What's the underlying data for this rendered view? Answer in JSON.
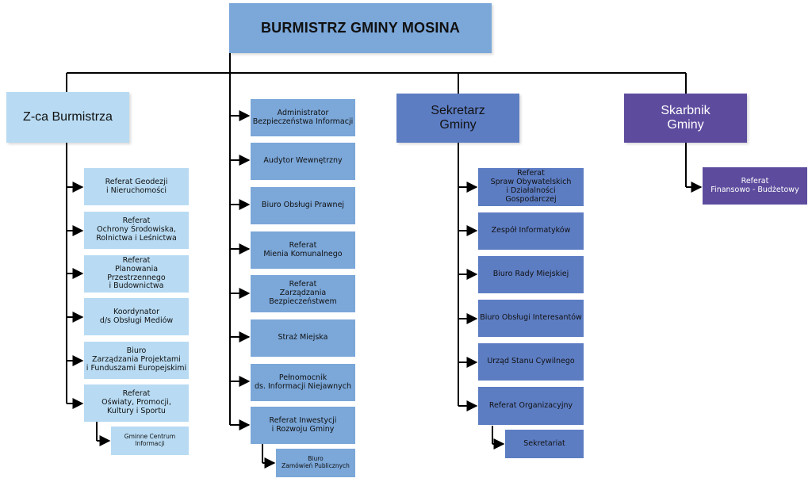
{
  "title": "BURMISTRZ GMINY MOSINA",
  "colors": {
    "top": "#7ba7d9",
    "deputy": "#b8dbf3",
    "units": "#7ba7d9",
    "secretary": "#5d7dc3",
    "treasurer": "#5d4c9e",
    "line": "#000000"
  },
  "heads": {
    "deputy": "Z-ca Burmistrza",
    "secretary": "Sekretarz\nGminy",
    "treasurer": "Skarbnik\nGminy"
  },
  "deputy_units": [
    "Referat Geodezji\ni Nieruchomości",
    "Referat\nOchrony Środowiska,\nRolnictwa i Leśnictwa",
    "Referat\nPlanowania Przestrzennego\ni Budownictwa",
    "Koordynator\nd/s Obsługi Mediów",
    "Biuro\nZarządzania Projektami\ni Funduszami Europejskimi",
    "Referat\nOświaty, Promocji,\nKultury i Sportu"
  ],
  "deputy_sub": "Gminne Centrum\nInformacji",
  "mayor_units": [
    "Administrator\nBezpieczeństwa Informacji",
    "Audytor Wewnętrzny",
    "Biuro Obsługi Prawnej",
    "Referat\nMienia Komunalnego",
    "Referat\nZarządzania\nBezpieczeństwem",
    "Straż Miejska",
    "Pełnomocnik\nds. Informacji Niejawnych",
    "Referat Inwestycji\ni Rozwoju Gminy"
  ],
  "mayor_sub": "Biuro\nZamówień Publicznych",
  "secretary_units": [
    "Referat\nSpraw Obywatelskich\ni Działalności Gospodarczej",
    "Zespół Informatyków",
    "Biuro Rady Miejskiej",
    "Biuro Obsługi Interesantów",
    "Urząd Stanu Cywilnego",
    "Referat Organizacyjny"
  ],
  "secretary_sub": "Sekretariat",
  "treasurer_units": [
    "Referat\nFinansowo - Budżetowy"
  ]
}
